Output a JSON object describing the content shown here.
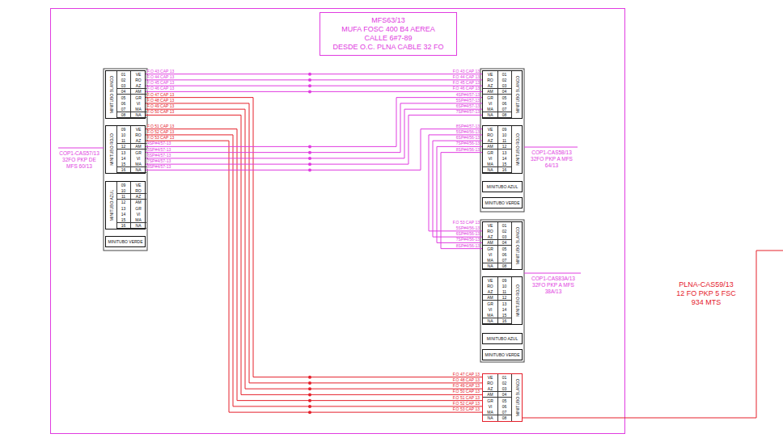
{
  "diagram": {
    "nodes": [
      {
        "text": [
          "MFS63/13",
          "MUFA FOSC 400 B4 AEREA",
          "CALLE 6#7-89",
          "DESDE O.C. PLNA CABLE 32 FO"
        ]
      },
      {
        "text": [
          "MINITUBO BLANCO",
          "01",
          "VE",
          "02",
          "RO",
          "03",
          "AZ",
          "04",
          "AM",
          "05",
          "GR",
          "06",
          "VI",
          "07",
          "MA",
          "08",
          "NA"
        ]
      },
      {
        "text": [
          "MINITUBO ROJO",
          "09",
          "VE",
          "10",
          "RO",
          "11",
          "AZ",
          "12",
          "AM",
          "13",
          "GR",
          "14",
          "VI",
          "15",
          "MA",
          "16",
          "NA"
        ]
      },
      {
        "text": [
          "MINITUBO AZUL",
          "09",
          "VE",
          "10",
          "RO",
          "11",
          "AZ",
          "12",
          "AM",
          "13",
          "GR",
          "14",
          "VI",
          "15",
          "MA",
          "16",
          "NA"
        ]
      },
      {
        "text": [
          "MINITUBO VERDE"
        ]
      },
      {
        "text": [
          "MINITUBO BLANCO",
          "VE",
          "01",
          "RO",
          "02",
          "AZ",
          "03",
          "AM",
          "04",
          "GR",
          "05",
          "VI",
          "06",
          "MA",
          "07",
          "NA",
          "08"
        ]
      },
      {
        "text": [
          "MINITUBO ROJO",
          "VE",
          "09",
          "RO",
          "10",
          "AZ",
          "11",
          "AM",
          "12",
          "GR",
          "13",
          "VI",
          "14",
          "MA",
          "15",
          "NA",
          "16"
        ]
      },
      {
        "text": [
          "MINITUBO AZUL"
        ]
      },
      {
        "text": [
          "MINITUBO VERDE"
        ]
      },
      {
        "text": [
          "MINITUBO BLANCO",
          "VE",
          "01",
          "RO",
          "02",
          "AZ",
          "03",
          "AM",
          "04",
          "GR",
          "05",
          "VI",
          "06",
          "MA",
          "07",
          "NA",
          "08"
        ]
      },
      {
        "text": [
          "MINITUBO ROJO",
          "VE",
          "09",
          "RO",
          "10",
          "AZ",
          "11",
          "AM",
          "12",
          "GR",
          "13",
          "VI",
          "14",
          "MA",
          "15",
          "NA",
          "16"
        ]
      },
      {
        "text": [
          "MINITUBO AZUL"
        ]
      },
      {
        "text": [
          "MINITUBO VERDE"
        ]
      },
      {
        "text": [
          "MINITUBO BLANCO",
          "VE",
          "01",
          "RO",
          "02",
          "AZ",
          "03",
          "AM",
          "04",
          "GR",
          "05",
          "VI",
          "06",
          "MA",
          "07",
          "NA",
          "08"
        ]
      }
    ],
    "edges": [
      {
        "from": 1,
        "to": 5,
        "arrow": "none"
      },
      {
        "from": 1,
        "to": 5,
        "arrow": "none"
      },
      {
        "from": 1,
        "to": 5,
        "arrow": "none"
      },
      {
        "from": 1,
        "to": 5,
        "arrow": "none"
      },
      {
        "from": 1,
        "to": 13,
        "arrow": "none"
      },
      {
        "from": 1,
        "to": 13,
        "arrow": "none"
      },
      {
        "from": 1,
        "to": 13,
        "arrow": "none"
      },
      {
        "from": 1,
        "to": 13,
        "arrow": "none"
      },
      {
        "from": 2,
        "to": 13,
        "arrow": "none"
      },
      {
        "from": 2,
        "to": 13,
        "arrow": "none"
      },
      {
        "from": 2,
        "to": 13,
        "arrow": "none"
      },
      {
        "from": 2,
        "to": 5,
        "arrow": "none"
      },
      {
        "from": 2,
        "to": 5,
        "arrow": "none"
      },
      {
        "from": 2,
        "to": 5,
        "arrow": "none"
      },
      {
        "from": 2,
        "to": 5,
        "arrow": "none"
      },
      {
        "from": 2,
        "to": 6,
        "arrow": "none"
      },
      {
        "from": 6,
        "to": 9,
        "arrow": "none"
      },
      {
        "from": 6,
        "to": 9,
        "arrow": "none"
      },
      {
        "from": 6,
        "to": 9,
        "arrow": "none"
      },
      {
        "from": 6,
        "to": 9,
        "arrow": "none"
      }
    ],
    "labels": [
      "COP1-CAS57/13 32FO PKP DE MFS 60/13",
      "COP1-CAS58/13 32FO PKP A MFS 64/13",
      "COP1-CAS83A/13 32FO PKP A MFS 38A/13",
      "PLNA-CAS59/13 12 FO PKP 5 FSC 934 MTS",
      "F.O 43 CAP 13",
      "F.O 44 CAP 13",
      "F.O 45 CAP 13",
      "F.O 46 CAP 13",
      "F.O 47 CAP 13",
      "F.O 48 CAP 13",
      "F.O 49 CAP 13",
      "F.O 50 CAP 13",
      "F.O 51 CAP 13",
      "F.O 52 CAP 13",
      "F.O 53 CAP 13",
      "4SP#4/57-13",
      "5SP#4/57-13",
      "6SP#4/57-13",
      "7SP#4/57-13",
      "8SP#4/57-13",
      "F.O 43 CAP 13",
      "F.O 44 CAP 13",
      "F.O 45 CAP 13",
      "F.O 46 CAP 13",
      "4SP#4/57-13",
      "5SP#4/57-13",
      "6SP#4/57-13",
      "7SP#4/57-13",
      "8SP#4/57-13",
      "5SP#4/56-13",
      "6SP#4/56-13",
      "7SP#4/56-13",
      "8SP#4/56-13",
      "F.O 53 CAP 13",
      "5SP#4/56-13",
      "6SP#4/56-13",
      "7SP#4/56-13",
      "8SP#4/56-13",
      "F.O 47 CAP 13",
      "F.O 48 CAP 13",
      "F.O 49 CAP 13",
      "F.O 50 CAP 13",
      "F.O 51 CAP 13",
      "F.O 52 CAP 13",
      "F.O 53 CAP 13"
    ]
  }
}
